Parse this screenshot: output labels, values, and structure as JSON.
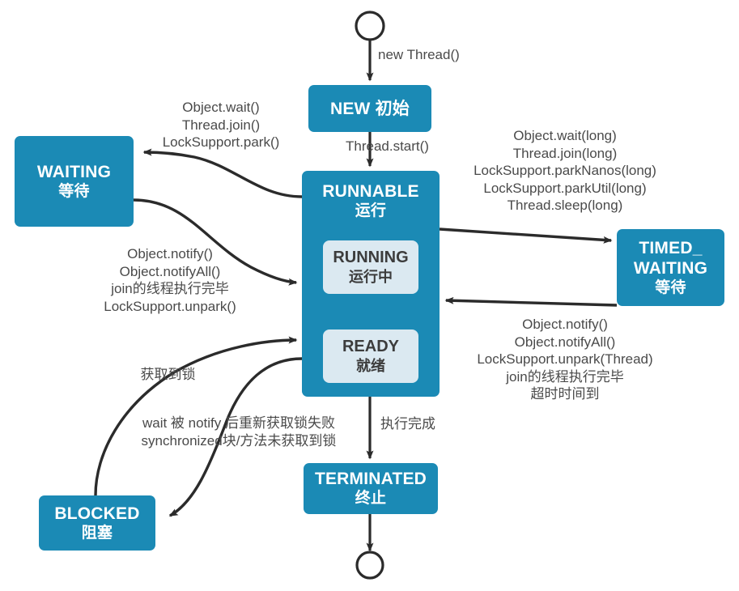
{
  "diagram": {
    "title": "Java Thread State Transition Diagram",
    "colors": {
      "node_fill": "#1b8ab5",
      "subnode_fill": "#dbe9f1",
      "subnode_text": "#3c3c3c",
      "node_text": "#ffffff",
      "edge_stroke": "#2b2b2b",
      "inner_arrow": "#f6f17e",
      "label_text": "#4a4a4a",
      "background": "#ffffff"
    },
    "nodes": {
      "start": {
        "name": "start-circle"
      },
      "new": {
        "en": "NEW 初始"
      },
      "runnable": {
        "en": "RUNNABLE",
        "cn": "运行"
      },
      "running": {
        "en": "RUNNING",
        "cn": "运行中"
      },
      "ready": {
        "en": "READY",
        "cn": "就绪"
      },
      "waiting": {
        "en": "WAITING",
        "cn": "等待"
      },
      "timed_waiting": {
        "en": "TIMED_\nWAITING",
        "cn": "等待"
      },
      "blocked": {
        "en": "BLOCKED",
        "cn": "阻塞"
      },
      "terminated": {
        "en": "TERMINATED",
        "cn": "终止"
      },
      "end": {
        "name": "end-circle"
      }
    },
    "labels": {
      "new_thread": "new Thread()",
      "thread_start": "Thread.start()",
      "to_waiting": "Object.wait()\nThread.join()\nLockSupport.park()",
      "from_waiting": "Object.notify()\nObject.notifyAll()\njoin的线程执行完毕\nLockSupport.unpark()",
      "to_timed_waiting": "Object.wait(long)\nThread.join(long)\nLockSupport.parkNanos(long)\nLockSupport.parkUtil(long)\nThread.sleep(long)",
      "from_timed_waiting": "Object.notify()\nObject.notifyAll()\nLockSupport.unpark(Thread)\njoin的线程执行完毕\n超时时间到",
      "from_blocked": "获取到锁",
      "to_blocked": "wait 被 notify 后重新获取锁失败\nsynchronized块/方法未获取到锁",
      "to_terminated": "执行完成"
    }
  }
}
